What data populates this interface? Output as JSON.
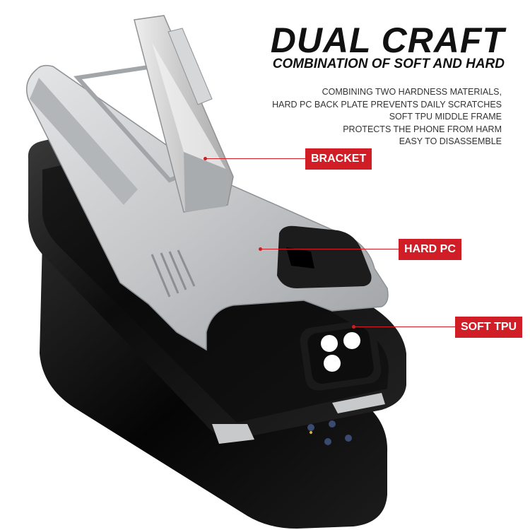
{
  "header": {
    "title": "DUAL CRAFT",
    "subtitle": "COMBINATION OF SOFT AND HARD"
  },
  "description": {
    "lines": [
      "COMBINING TWO HARDNESS MATERIALS,",
      "HARD PC BACK PLATE PREVENTS DAILY SCRATCHES",
      "SOFT TPU MIDDLE FRAME",
      "PROTECTS THE PHONE FROM HARM",
      "EASY TO DISASSEMBLE"
    ]
  },
  "callouts": {
    "bracket": "BRACKET",
    "hard_pc": "HARD PC",
    "soft_tpu": "SOFT TPU"
  },
  "colors": {
    "accent": "#d01d26",
    "case_silver": "#c9cbcd",
    "tpu_black": "#141414",
    "text": "#111111"
  }
}
